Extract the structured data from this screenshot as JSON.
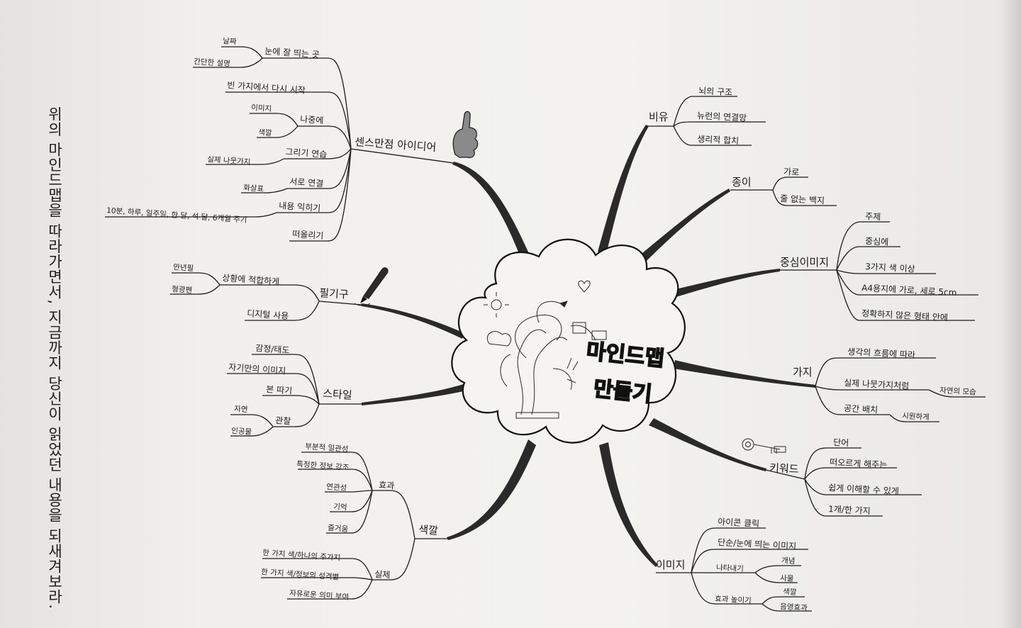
{
  "caption": "위의 마인드맵을 따라가면서, 지금까지 당신이 읽었던 내용을 되새겨보라.",
  "center": {
    "line1": "마인드맵",
    "line2": "만들기"
  },
  "branches": {
    "biyu": {
      "label": "비유",
      "items": [
        "뇌의 구조",
        "뉴런의 연결망",
        "생리적 합치"
      ]
    },
    "jongi": {
      "label": "종이",
      "items": [
        "가로",
        "줄 없는 백지"
      ]
    },
    "jungsim": {
      "label": "중심이미지",
      "items": [
        "주제",
        "중심에",
        "3가지 색 이상",
        "A4용지에 가로, 세로 5cm",
        "정확하지 않은 형태 안에"
      ]
    },
    "gaji": {
      "label": "가지",
      "items": [
        "생각의 흐름에 따라",
        "실제 나뭇가지처럼",
        "자연의 모습",
        "공간 배치",
        "시원하게"
      ]
    },
    "keyword": {
      "label": "키워드",
      "items": [
        "단어",
        "떠오르게 해주는",
        "쉽게 이해할 수 있게",
        "1개/한 가지"
      ]
    },
    "image": {
      "label": "이미지",
      "items": [
        "아이콘 클릭",
        "단순/눈에 띄는 이미지",
        "나타내기",
        "개념",
        "사물",
        "효과 높이기",
        "색깔",
        "음영효과"
      ]
    },
    "color": {
      "label": "색깔",
      "effect": {
        "label": "효과",
        "items": [
          "부분적 일관성",
          "특정한 정보 강조",
          "연관성",
          "기억",
          "즐거움"
        ]
      },
      "practice": {
        "label": "실제",
        "items": [
          "한 가지 색/하나의 주가지",
          "한 가지 색/정보의 성격별",
          "자유로운 의미 부여"
        ]
      }
    },
    "style": {
      "label": "스타일",
      "items": [
        "감정/태도",
        "자기만의 이미지",
        "본 따기",
        "관찰",
        "자연",
        "인공물"
      ]
    },
    "tool": {
      "label": "필기구",
      "items": [
        "상황에 적합하게",
        "만년필",
        "형광펜",
        "디지털 사용"
      ]
    },
    "sense": {
      "label": "센스만점 아이디어",
      "items": [
        "눈에 잘 띄는 곳",
        "날짜",
        "간단한 설명",
        "빈 가지에서  다시 시작",
        "나중에",
        "이미지",
        "색깔",
        "그리기 연습",
        "실제 나뭇가지",
        "서로 연결",
        "화살표",
        "내용 익히기",
        "10분, 하루, 일주일, 한 달, 석 달, 6개월 주기",
        "떠올리기"
      ]
    }
  }
}
